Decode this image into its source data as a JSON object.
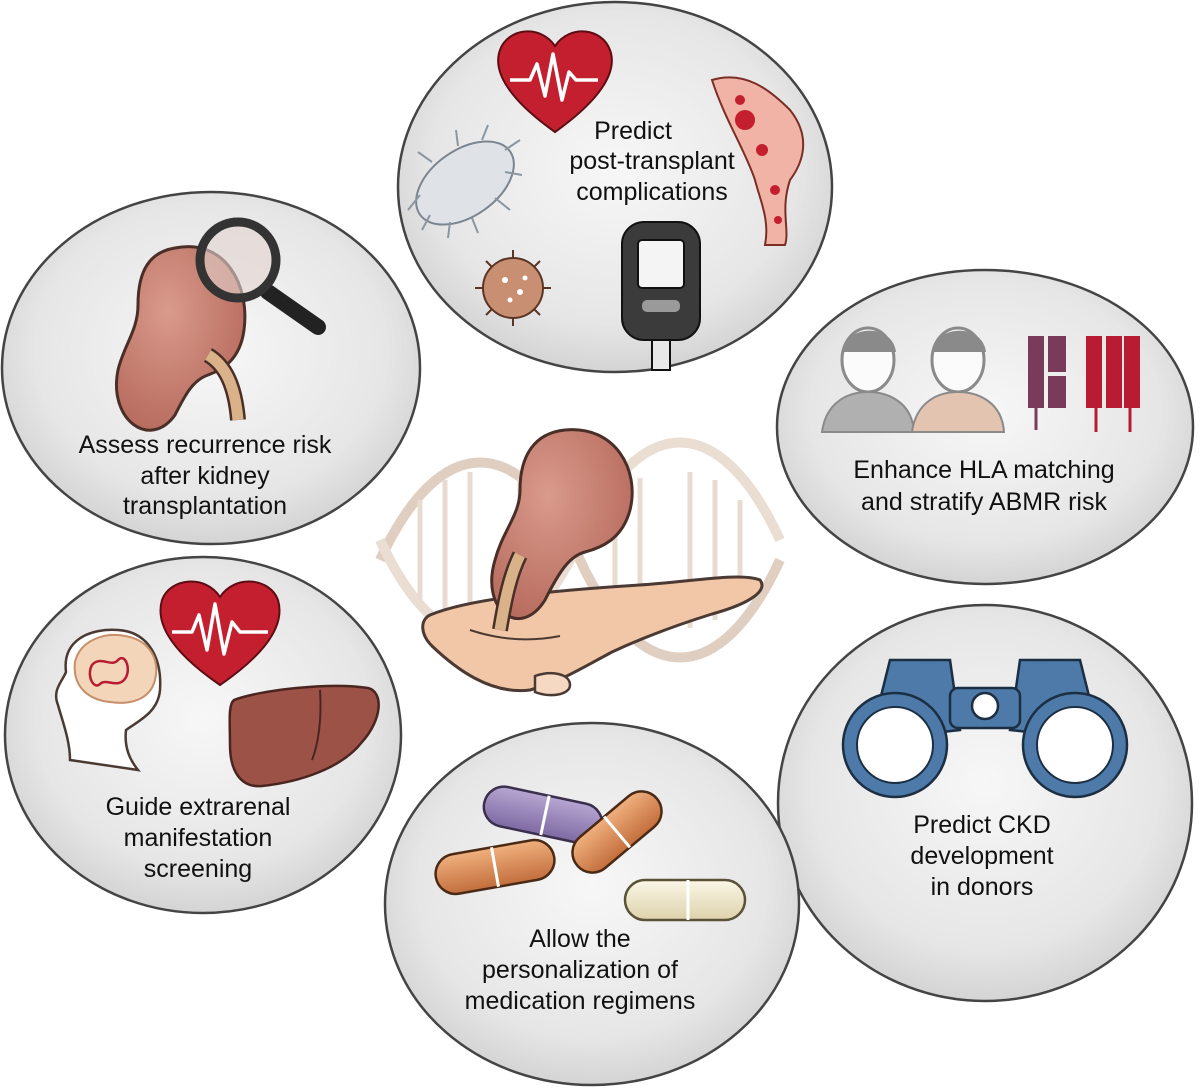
{
  "bubbles": {
    "complications": {
      "line1": "Predict",
      "line2": "post-transplant",
      "line3": "complications"
    },
    "recurrence": {
      "line1": "Assess recurrence risk",
      "line2": "after kidney",
      "line3": "transplantation"
    },
    "hla": {
      "line1": "Enhance HLA matching",
      "line2": "and stratify ABMR risk"
    },
    "extrarenal": {
      "line1": "Guide extrarenal",
      "line2": "manifestation",
      "line3": "screening"
    },
    "ckd": {
      "line1": "Predict CKD",
      "line2": "development",
      "line3": "in donors"
    },
    "medication": {
      "line1": "Allow the",
      "line2": "personalization of",
      "line3": "medication regimens"
    }
  },
  "icons": {
    "center": "kidney-in-hand-with-dna-icon",
    "complications": [
      "heart-ecg-icon",
      "bacterium-icon",
      "virus-icon",
      "glucometer-icon",
      "blood-vessel-icon"
    ],
    "recurrence": [
      "kidney-icon",
      "magnifying-glass-icon"
    ],
    "hla": [
      "donor-person-icon",
      "recipient-person-icon",
      "hla-molecule-icon"
    ],
    "extrarenal": [
      "head-brain-icon",
      "heart-ecg-icon",
      "liver-icon"
    ],
    "ckd": [
      "binoculars-icon"
    ],
    "medication": [
      "capsule-pills-icon"
    ]
  },
  "colors": {
    "bubble_fill": "#dcdcdc",
    "kidney": "#c4776a",
    "heart": "#c41f2e",
    "binoculars": "#4d7aa8",
    "hla_dark": "#7a3a5a",
    "hla_red": "#b81c32"
  }
}
